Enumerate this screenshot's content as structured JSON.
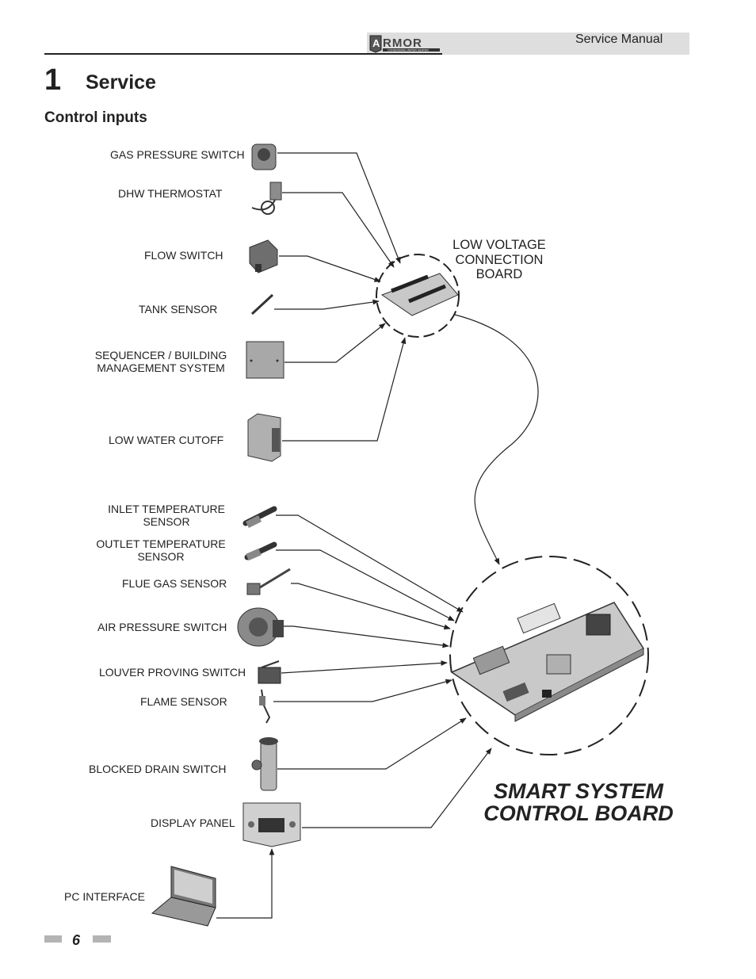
{
  "header": {
    "brand": "ARMOR",
    "brand_tagline": "CONDENSING WATER HEATER",
    "manual": "Service Manual"
  },
  "section": {
    "number": "1",
    "title": "Service"
  },
  "subsection": {
    "title": "Control inputs"
  },
  "inputs": [
    {
      "label": "GAS PRESSURE SWITCH"
    },
    {
      "label": "DHW THERMOSTAT"
    },
    {
      "label": "FLOW SWITCH"
    },
    {
      "label": "TANK SENSOR"
    },
    {
      "label_line1": "SEQUENCER / BUILDING",
      "label_line2": "MANAGEMENT SYSTEM"
    },
    {
      "label": "LOW WATER CUTOFF"
    },
    {
      "label_line1": "INLET TEMPERATURE",
      "label_line2": "SENSOR"
    },
    {
      "label_line1": "OUTLET TEMPERATURE",
      "label_line2": "SENSOR"
    },
    {
      "label": "FLUE GAS SENSOR"
    },
    {
      "label": "AIR PRESSURE SWITCH"
    },
    {
      "label": "LOUVER PROVING SWITCH"
    },
    {
      "label": "FLAME SENSOR"
    },
    {
      "label": "BLOCKED DRAIN SWITCH"
    },
    {
      "label": "DISPLAY PANEL"
    },
    {
      "label": "PC INTERFACE"
    }
  ],
  "low_voltage_board": {
    "line1": "LOW VOLTAGE",
    "line2": "CONNECTION",
    "line3": "BOARD"
  },
  "control_board": {
    "line1": "SMART SYSTEM",
    "line2": "CONTROL BOARD"
  },
  "footer": {
    "page": "6"
  }
}
